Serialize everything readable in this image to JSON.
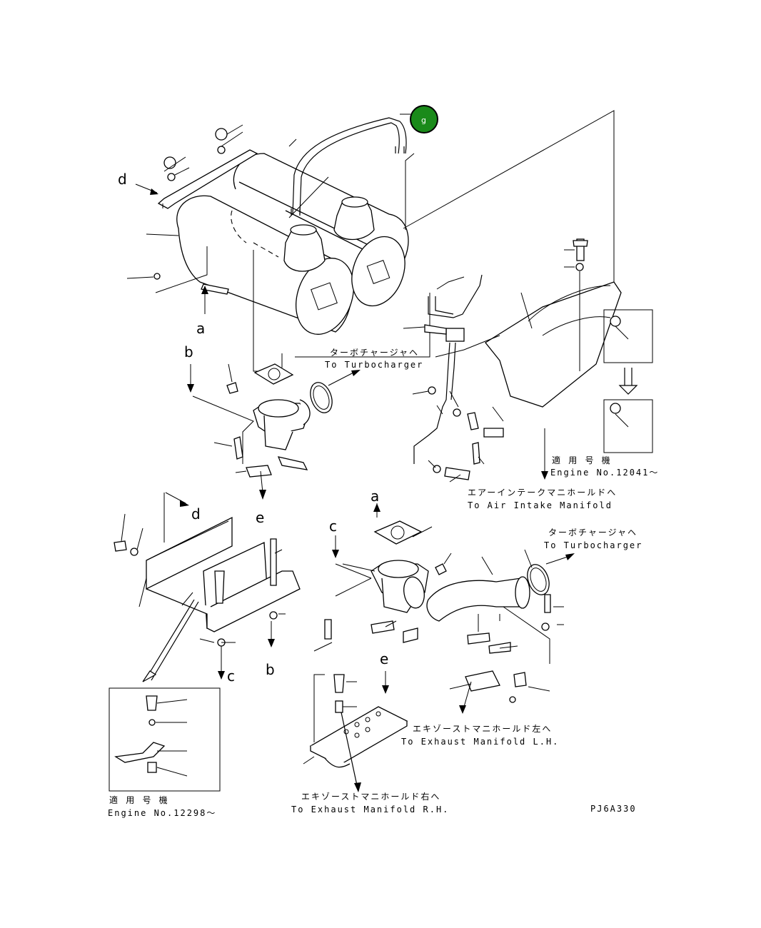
{
  "callout": {
    "label": "g",
    "color": "#1a8a1a",
    "border": "#000000"
  },
  "section_letters": {
    "d_top": "d",
    "a_top": "a",
    "b_top": "b",
    "e_mid": "e",
    "d_mid": "d",
    "a_mid": "a",
    "c_mid": "c",
    "c_low": "c",
    "b_low": "b",
    "e_low": "e"
  },
  "labels": {
    "turbo1_jp": "ターボチャージャヘ",
    "turbo1_en": "To Turbocharger",
    "engine1_jp": "適 用 号 機",
    "engine1_en": "Engine No.12041～",
    "air_jp": "エアーインテークマニホールドへ",
    "air_en": "To Air Intake Manifold",
    "turbo2_jp": "ターボチャージャヘ",
    "turbo2_en": "To Turbocharger",
    "exl_jp": "エキゾーストマニホールド左へ",
    "exl_en": "To Exhaust Manifold L.H.",
    "engine2_jp": "適 用 号 機",
    "engine2_en": "Engine No.12298～",
    "exr_jp": "エキゾーストマニホールド右へ",
    "exr_en": "To Exhaust Manifold R.H.",
    "code": "PJ6A330"
  }
}
